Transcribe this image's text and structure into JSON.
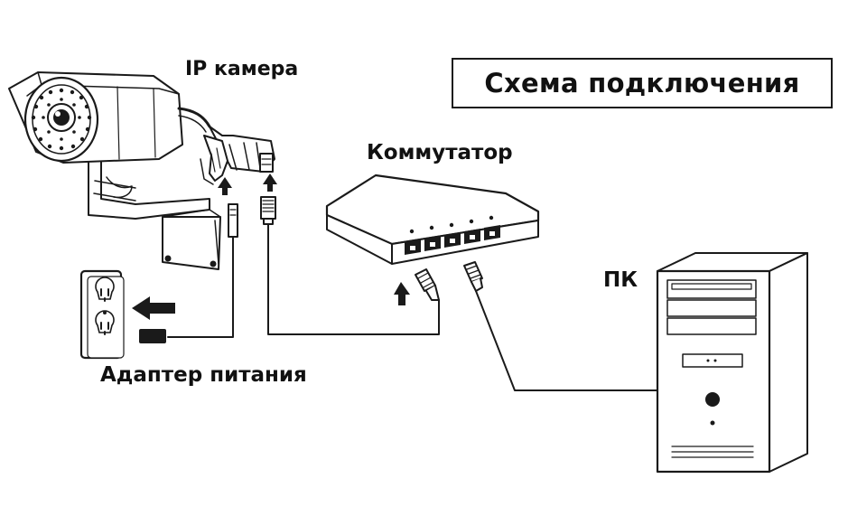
{
  "title": "Схема подключения",
  "labels": {
    "camera": "IP камера",
    "switch": "Коммутатор",
    "pc": "ПК",
    "adapter": "Адаптер питания"
  },
  "colors": {
    "line": "#1a1a1a",
    "background": "#ffffff"
  },
  "icons": [
    "ip-camera-icon",
    "network-switch-icon",
    "pc-tower-icon",
    "wall-outlet-icon",
    "power-adapter-icon",
    "rj45-plug-icon",
    "arrow-icon"
  ]
}
